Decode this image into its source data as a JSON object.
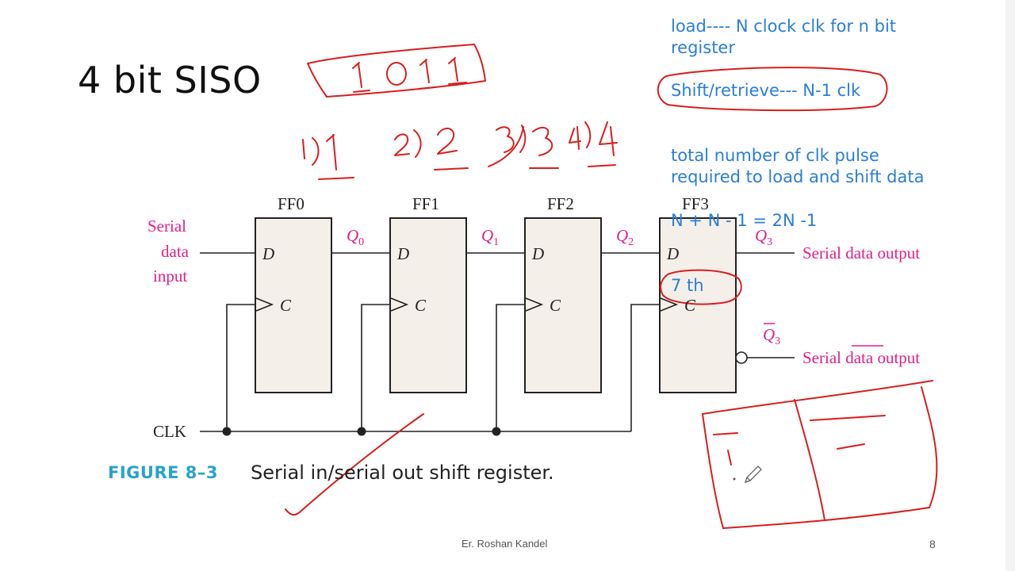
{
  "slide": {
    "title": "4 bit SISO",
    "footer_author": "Er. Roshan Kandel",
    "page_number": "8"
  },
  "notes": {
    "load_line1": "load---- N clock clk for n bit",
    "load_line2": "register",
    "shift": "Shift/retrieve--- N-1 clk",
    "total_line1": "total number of clk pulse",
    "total_line2": "required to load and shift data",
    "formula": "N + N - 1 = 2N -1",
    "seventh": "7 th"
  },
  "figure": {
    "flipflops": [
      "FF0",
      "FF1",
      "FF2",
      "FF3"
    ],
    "d_pin": "D",
    "c_pin": "C",
    "q_labels": [
      "Q",
      "Q",
      "Q",
      "Q"
    ],
    "q_subs": [
      "0",
      "1",
      "2",
      "3"
    ],
    "qbar_label": "Q",
    "qbar_sub": "3",
    "serial_input_lines": [
      "Serial",
      "data",
      "input"
    ],
    "clk": "CLK",
    "serial_output": "Serial data output",
    "serial_output_bar_pre": "Serial ",
    "serial_output_bar_word": "data",
    "serial_output_bar_post": " output",
    "caption_tag": "FIGURE 8–3",
    "caption_text": "Serial in/serial out shift register."
  },
  "handwriting": {
    "bits": "1011",
    "steps": [
      "1)1",
      "2)2",
      "3)3",
      "4)4"
    ]
  },
  "colors": {
    "note_blue": "#2a7ed8",
    "magenta": "#e0208a",
    "ink_red": "#d81e1e",
    "ff_fill": "#f5efea",
    "caption_blue": "#2aa2c8"
  }
}
